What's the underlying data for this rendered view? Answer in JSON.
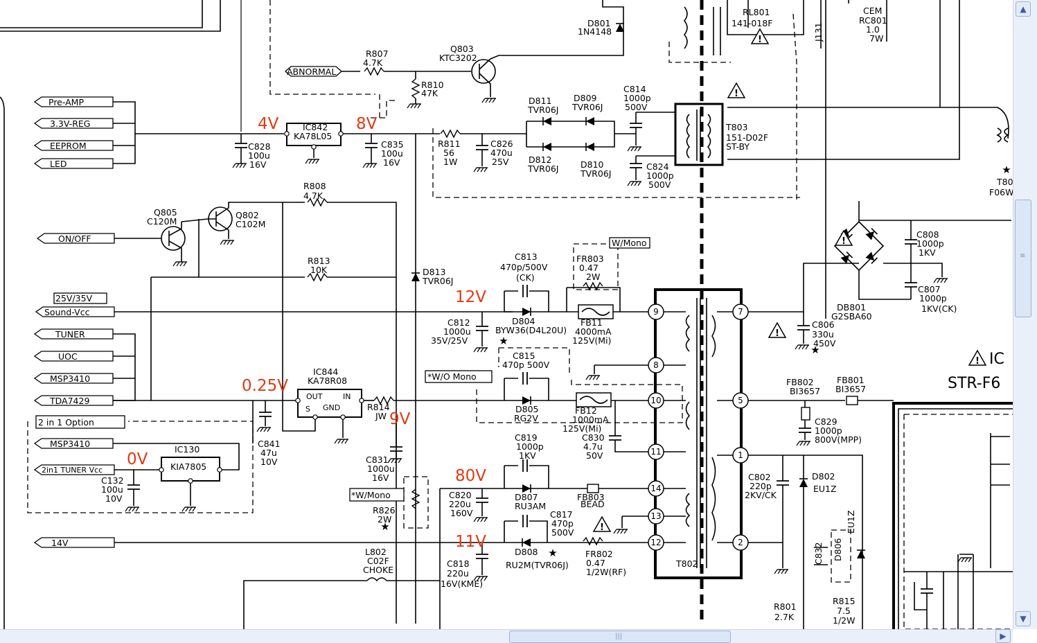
{
  "connectors": [
    "Pre-AMP",
    "3.3V-REG",
    "EEPROM",
    "LED",
    "ON/OFF",
    "25V/35V",
    "Sound-Vcc",
    "TUNER",
    "UOC",
    "MSP3410",
    "TDA7429",
    "2 in 1 Option",
    "MSP3410",
    "2in1 TUNER Vcc",
    "14V",
    "ABNORMAL"
  ],
  "voltages": [
    "4V",
    "8V",
    "12V",
    "0.25V",
    "9V",
    "0V",
    "80V",
    "11V"
  ],
  "parts": {
    "d801": [
      "D801",
      "1N4148"
    ],
    "rl801": [
      "RL801",
      "141-018F"
    ],
    "j131": "J131",
    "rc801": [
      "CEM",
      "RC801",
      "1.0",
      "7W"
    ],
    "r807": [
      "R807",
      "4.7K"
    ],
    "q803": [
      "Q803",
      "KTC3202"
    ],
    "r810": [
      "R810",
      "47K"
    ],
    "d811": [
      "D811",
      "TVR06J"
    ],
    "d809": [
      "D809",
      "TVR06J"
    ],
    "c814": [
      "C814",
      "1000p",
      "500V"
    ],
    "ic842": [
      "IC842",
      "KA78L05"
    ],
    "c828": [
      "C828",
      "100u",
      "16V"
    ],
    "c835": [
      "C835",
      "100u",
      "16V"
    ],
    "r811": [
      "R811",
      "56",
      "1W"
    ],
    "c826": [
      "C826",
      "470u",
      "25V"
    ],
    "d812": [
      "D812",
      "TVR06J"
    ],
    "d810": [
      "D810",
      "TVR06J"
    ],
    "c824": [
      "C824",
      "1000p",
      "500V"
    ],
    "t803": [
      "T803",
      "151-D02F",
      "ST-BY"
    ],
    "t80x": [
      "T80",
      "F06W"
    ],
    "r808": [
      "R808",
      "4.7K"
    ],
    "q805": [
      "Q805",
      "C120M"
    ],
    "q802": [
      "Q802",
      "C102M"
    ],
    "r813": [
      "R813",
      "10K"
    ],
    "d813": [
      "D813",
      "TVR06J"
    ],
    "c813": [
      "C813",
      "470p/500V",
      "(CK)"
    ],
    "wmono1": "W/Mono",
    "fr803": [
      "FR803",
      "0.47",
      "2W"
    ],
    "c808": [
      "C808",
      "1000p",
      "1KV"
    ],
    "c807": [
      "C807",
      "1000p",
      "1KV(CK)"
    ],
    "db801": [
      "DB801",
      "G2SBA60"
    ],
    "c812": [
      "C812",
      "1000u",
      "35V/25V"
    ],
    "d804": [
      "D804",
      "BYW36(D4L20U)"
    ],
    "fb811": [
      "FB11",
      "4000mA",
      "125V(Mi)"
    ],
    "c806": [
      "C806",
      "330u",
      "450V"
    ],
    "c815": [
      "C815",
      "470p 500V"
    ],
    "wo_mono": "*W/O Mono",
    "ic844": [
      "IC844",
      "KA78R08"
    ],
    "ic844pins": [
      "OUT",
      "IN",
      "S",
      "GND"
    ],
    "d805": [
      "D805",
      "RG2V"
    ],
    "fb812": [
      "FB12",
      "1000mA",
      "125V(Mi)"
    ],
    "c830": [
      "C830",
      "4.7u",
      "50V"
    ],
    "r814": [
      "R814",
      "JW"
    ],
    "fb802": [
      "FB802",
      "BI3657"
    ],
    "fb801": [
      "FB801",
      "BI3657"
    ],
    "c829": [
      "C829",
      "1000p",
      "800V(MPP)"
    ],
    "ic_str": [
      "IC",
      "STR-F6"
    ],
    "c841": [
      "C841",
      "47u",
      "10V"
    ],
    "ic130": [
      "IC130",
      "KIA7805"
    ],
    "c132": [
      "C132",
      "100u",
      "10V"
    ],
    "c831": [
      "C831",
      "1000u",
      "16V"
    ],
    "wmono2": "*W/Mono",
    "r826": [
      "R826",
      "2W"
    ],
    "c819": [
      "C819",
      "1000p",
      "1KV"
    ],
    "c820": [
      "C820",
      "220u",
      "160V"
    ],
    "d807": [
      "D807",
      "RU3AM"
    ],
    "fb803": [
      "FB803",
      "BEAD"
    ],
    "c802": [
      "C802",
      "220p",
      "2KV/CK"
    ],
    "d802": [
      "D802",
      "EU1Z"
    ],
    "d806": [
      "D806",
      "EU1Z"
    ],
    "c832": "C832",
    "c817": [
      "C817",
      "470p",
      "500V"
    ],
    "d808": [
      "D808",
      "RU2M(TVR06J)"
    ],
    "fr802": [
      "FR802",
      "0.47",
      "1/2W(RF)"
    ],
    "c818": [
      "C818",
      "220u",
      "16V(KME)"
    ],
    "l802": [
      "L802",
      "C02F",
      "CHOKE"
    ],
    "t802": "T802",
    "r801": [
      "R801",
      "2.7K"
    ],
    "r815": [
      "R815",
      "7.5",
      "1/2W"
    ]
  },
  "pins": [
    "9",
    "8",
    "10",
    "11",
    "14",
    "13",
    "12",
    "7",
    "5",
    "1",
    "2"
  ],
  "icons": [
    "caution-triangle-icon",
    "star-icon",
    "arrow-up-icon",
    "arrow-down-icon",
    "arrow-right-icon"
  ]
}
